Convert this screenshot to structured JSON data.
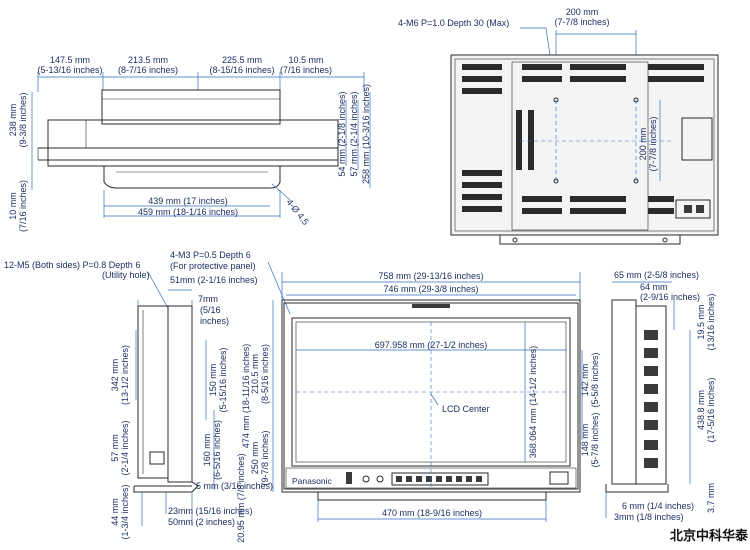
{
  "top_view": {
    "d_147": "147.5 mm",
    "d_147_in": "(5-13/16 inches)",
    "d_213": "213.5 mm",
    "d_213_in": "(8-7/16 inches)",
    "d_225": "225.5 mm",
    "d_225_in": "(8-15/16 inches)",
    "d_10_5": "10.5 mm",
    "d_10_5_in": "(7/16 inches)",
    "d_238": "238 mm",
    "d_238_in": "(9-3/8 inches)",
    "d_10": "10 mm",
    "d_10_in": "(7/16 inches)",
    "d_54": "54 mm (2-1/8 inches)",
    "d_57": "57 mm (2-1/4 inches)",
    "d_258": "258 mm (10-3/16 inches)",
    "d_439": "439 mm (17 inches)",
    "d_459": "459 mm (18-1/16 inches)",
    "d_phi": "4-Ø 4.5"
  },
  "rear_view": {
    "m6": "4-M6 P=1.0 Depth 30 (Max)",
    "d_200_h": "200 mm",
    "d_200_h_in": "(7-7/8 inches)",
    "d_200_v": "200 mm",
    "d_200_v_in": "(7-7/8 inches)"
  },
  "side_view_left": {
    "m5": "12-M5 (Both sides) P=0.8 Depth 6",
    "m5_note": "(Utility hole)",
    "d_51": "51mm (2-1/16 inches)",
    "d_7": "7mm",
    "d_7_in": "(5/16",
    "d_7_in2": "inches)",
    "d_342": "342 mm",
    "d_342_in": "(13-1/2 inches)",
    "d_57": "57 mm",
    "d_57_in": "(2-1/4 inches)",
    "d_44": "44 mm",
    "d_44_in": "(1-3/4 inches)",
    "d_150": "150 mm",
    "d_150_in": "(5-15/16 inches)",
    "d_160": "160 mm",
    "d_160_in": "(6-5/16 inches)",
    "d_5": "5 mm (3/16 inches)",
    "d_23": "23mm (15/16 inches)",
    "d_50": "50mm (2 inches)"
  },
  "front_view": {
    "m3": "4-M3 P=0.5 Depth 6",
    "m3_note": "(For protective panel)",
    "d_758": "758 mm (29-13/16 inches)",
    "d_746": "746 mm (29-3/8 inches)",
    "d_698": "697.958 mm (27-1/2 inches)",
    "d_474": "474 mm (18-11/16 inches)",
    "d_210": "210.5 mm",
    "d_210_in": "(8-5/16 inches)",
    "d_250": "250 mm",
    "d_250_in": "(9-7/8 inches)",
    "d_20": "20.95 mm (7/8 inches)",
    "d_368": "368.064 mm (14-1/2 inches)",
    "d_142": "142 mm",
    "d_142_in": "(5-5/8 inches)",
    "d_148": "148 mm",
    "d_148_in": "(5-7/8 inches)",
    "d_470": "470 mm (18-9/16 inches)",
    "lcd_center": "LCD Center",
    "brand": "Panasonic"
  },
  "side_view_right": {
    "d_65": "65 mm (2-5/8 inches)",
    "d_64": "64 mm",
    "d_64_in": "(2-9/16 inches)",
    "d_19": "19.5 mm",
    "d_19_in": "(13/16 inches)",
    "d_438": "438.8 mm",
    "d_438_in": "(17-5/16 inches)",
    "d_6": "6 mm (1/4 inches)",
    "d_3": "3mm (1/8 inches)",
    "d_3_7": "3.7 mm"
  },
  "watermark": "北京中科华泰"
}
